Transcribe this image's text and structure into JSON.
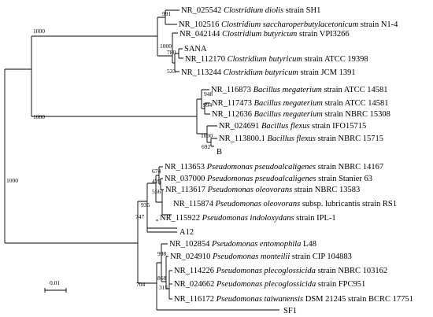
{
  "leaves": [
    {
      "id": "NR_025542",
      "acc": "NR_025542",
      "species": "Clostridium diolis",
      "strain": "strain SH1"
    },
    {
      "id": "NR_102516",
      "acc": "NR_102516",
      "species": "Clostridium saccharoperbutylacetonicum",
      "strain": "strain N1-4"
    },
    {
      "id": "NR_042144",
      "acc": "NR_042144",
      "species": "Clostridium butyricum",
      "strain": "strain VPI3266"
    },
    {
      "id": "SANA",
      "acc": "SANA",
      "species": "",
      "strain": ""
    },
    {
      "id": "NR_112170",
      "acc": "NR_112170",
      "species": "Clostridium butyricum",
      "strain": "strain ATCC 19398"
    },
    {
      "id": "NR_113244",
      "acc": "NR_113244",
      "species": "Clostridium butyricum",
      "strain": "strain JCM 1391"
    },
    {
      "id": "NR_116873",
      "acc": "NR_116873",
      "species": "Bacillus megaterium",
      "strain": "strain ATCC 14581"
    },
    {
      "id": "NR_117473",
      "acc": "NR_117473",
      "species": "Bacillus megaterium",
      "strain": "strain ATCC 14581"
    },
    {
      "id": "NR_112636",
      "acc": "NR_112636",
      "species": "Bacillus megaterium",
      "strain": "strain NBRC 15308"
    },
    {
      "id": "NR_024691",
      "acc": "NR_024691",
      "species": "Bacillus flexus",
      "strain": "strain IFO15715"
    },
    {
      "id": "NR_113800",
      "acc": "NR_113800.1",
      "species": "Bacillus flexus",
      "strain": "strain NBRC 15715"
    },
    {
      "id": "B",
      "acc": "B",
      "species": "",
      "strain": ""
    },
    {
      "id": "NR_113653",
      "acc": "NR_113653",
      "species": "Pseudomonas pseudoalcaligenes",
      "strain": "strain NBRC 14167"
    },
    {
      "id": "NR_037000",
      "acc": "NR_037000",
      "species": "Pseudomonas pseudoalcaligenes",
      "strain": "strain Stanier 63"
    },
    {
      "id": "NR_113617",
      "acc": "NR_113617",
      "species": "Pseudomonas oleovorans",
      "strain": "strain NBRC 13583"
    },
    {
      "id": "NR_115874",
      "acc": "NR_115874",
      "species": "Pseudomonas oleovorans",
      "strain": "subsp. lubricantis strain RS1"
    },
    {
      "id": "NR_115922",
      "acc": "NR_115922",
      "species": "Pseudomonas indoloxydans",
      "strain": "strain IPL-1"
    },
    {
      "id": "A12",
      "acc": "A12",
      "species": "",
      "strain": ""
    },
    {
      "id": "NR_102854",
      "acc": "NR_102854",
      "species": "Pseudomonas entomophila",
      "strain": "L48"
    },
    {
      "id": "NR_024910",
      "acc": "NR_024910",
      "species": "Pseudomonas monteilii",
      "strain": "strain CIP 104883"
    },
    {
      "id": "NR_114226",
      "acc": "NR_114226",
      "species": "Pseudomonas plecoglossicida",
      "strain": "strain NBRC 103162"
    },
    {
      "id": "NR_024662",
      "acc": "NR_024662",
      "species": "Pseudomonas plecoglossicida",
      "strain": "strain FPC951"
    },
    {
      "id": "NR_116172",
      "acc": "NR_116172",
      "species": "Pseudomonas taiwanensis",
      "strain": "DSM 21245 strain BCRC 17751"
    },
    {
      "id": "SF1",
      "acc": "SF1",
      "species": "",
      "strain": ""
    }
  ],
  "bootstrap": {
    "clostridium": "1000",
    "diolis_sacch": "991",
    "butyricum": "1000",
    "butyricum_inner": "780",
    "butyricum_jcm": "533",
    "bacillus": "1000",
    "megaterium": "948",
    "megaterium_inner": "994",
    "flexus": "1000",
    "flexus_inner": "692",
    "firmicutes": "1000",
    "pseudo_root": "747",
    "pseudoalc_group": "935",
    "pseudoalc_a": "674",
    "pseudoalc_b": "425",
    "pseudoalc_c": "556",
    "putida_group": "704",
    "putida_a": "998",
    "putida_b": "868",
    "putida_c": "315"
  },
  "scale_bar": {
    "label": "0.01"
  }
}
